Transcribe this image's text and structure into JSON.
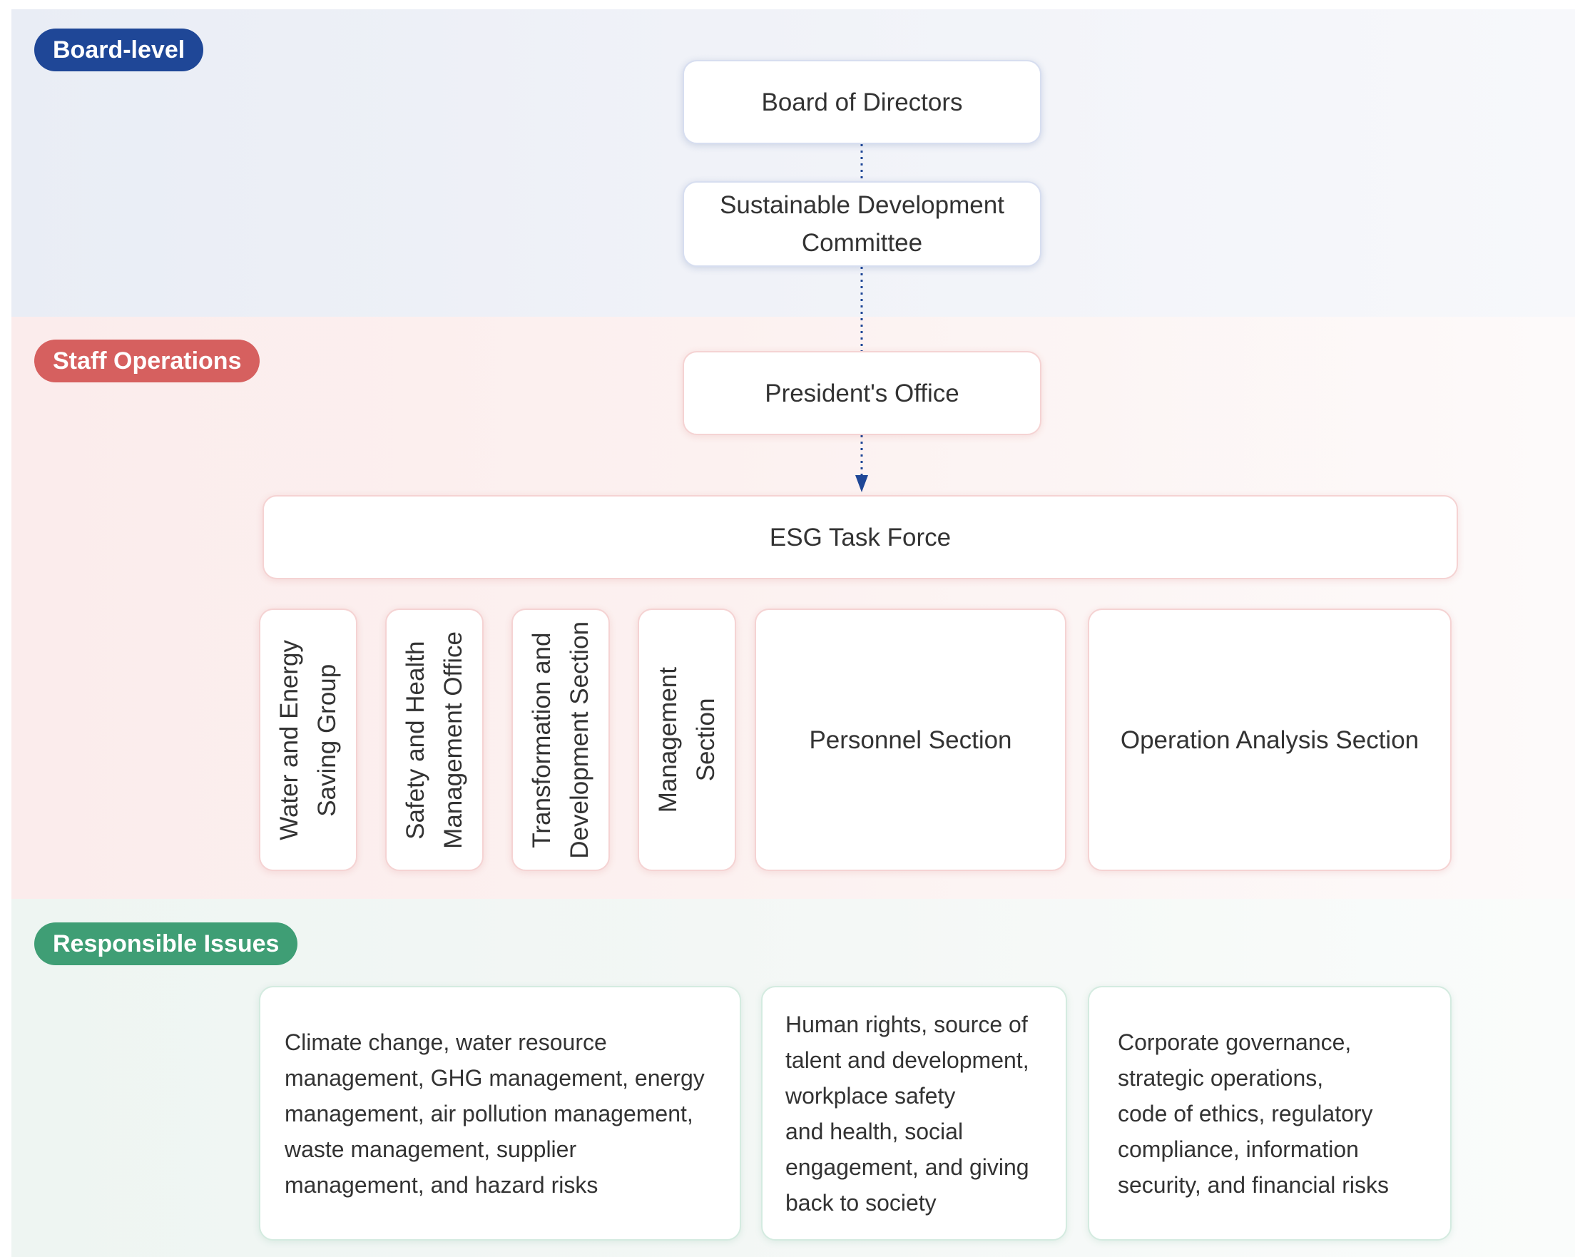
{
  "bands": {
    "board_label": "Board-level",
    "staff_label": "Staff Operations",
    "issues_label": "Responsible Issues"
  },
  "nodes": {
    "board": "Board of Directors",
    "committee_line1": "Sustainable Development",
    "committee_line2": "Committee",
    "president": "President's Office",
    "task_force": "ESG Task Force"
  },
  "sections": [
    {
      "label": "Water and Energy\nSaving Group"
    },
    {
      "label": "Safety and Health\nManagement Office"
    },
    {
      "label": "Transformation and\nDevelopment Section"
    },
    {
      "label": "Management\nSection"
    },
    {
      "label": "Personnel Section"
    },
    {
      "label": "Operation Analysis Section"
    }
  ],
  "issues": [
    {
      "text": "Climate change, water resource\nmanagement, GHG management, energy\nmanagement, air pollution management,\nwaste management, supplier\nmanagement, and hazard risks"
    },
    {
      "text": "Human rights, source of\ntalent and development,\nworkplace safety\nand health, social\nengagement, and giving\nback to society"
    },
    {
      "text": "Corporate governance,\nstrategic operations,\ncode of ethics, regulatory\ncompliance, information\nsecurity, and financial risks"
    }
  ],
  "colors": {
    "board_accent": "#1f4797",
    "staff_accent": "#d6605f",
    "issues_accent": "#3f9e75",
    "connector": "#1f4797"
  }
}
